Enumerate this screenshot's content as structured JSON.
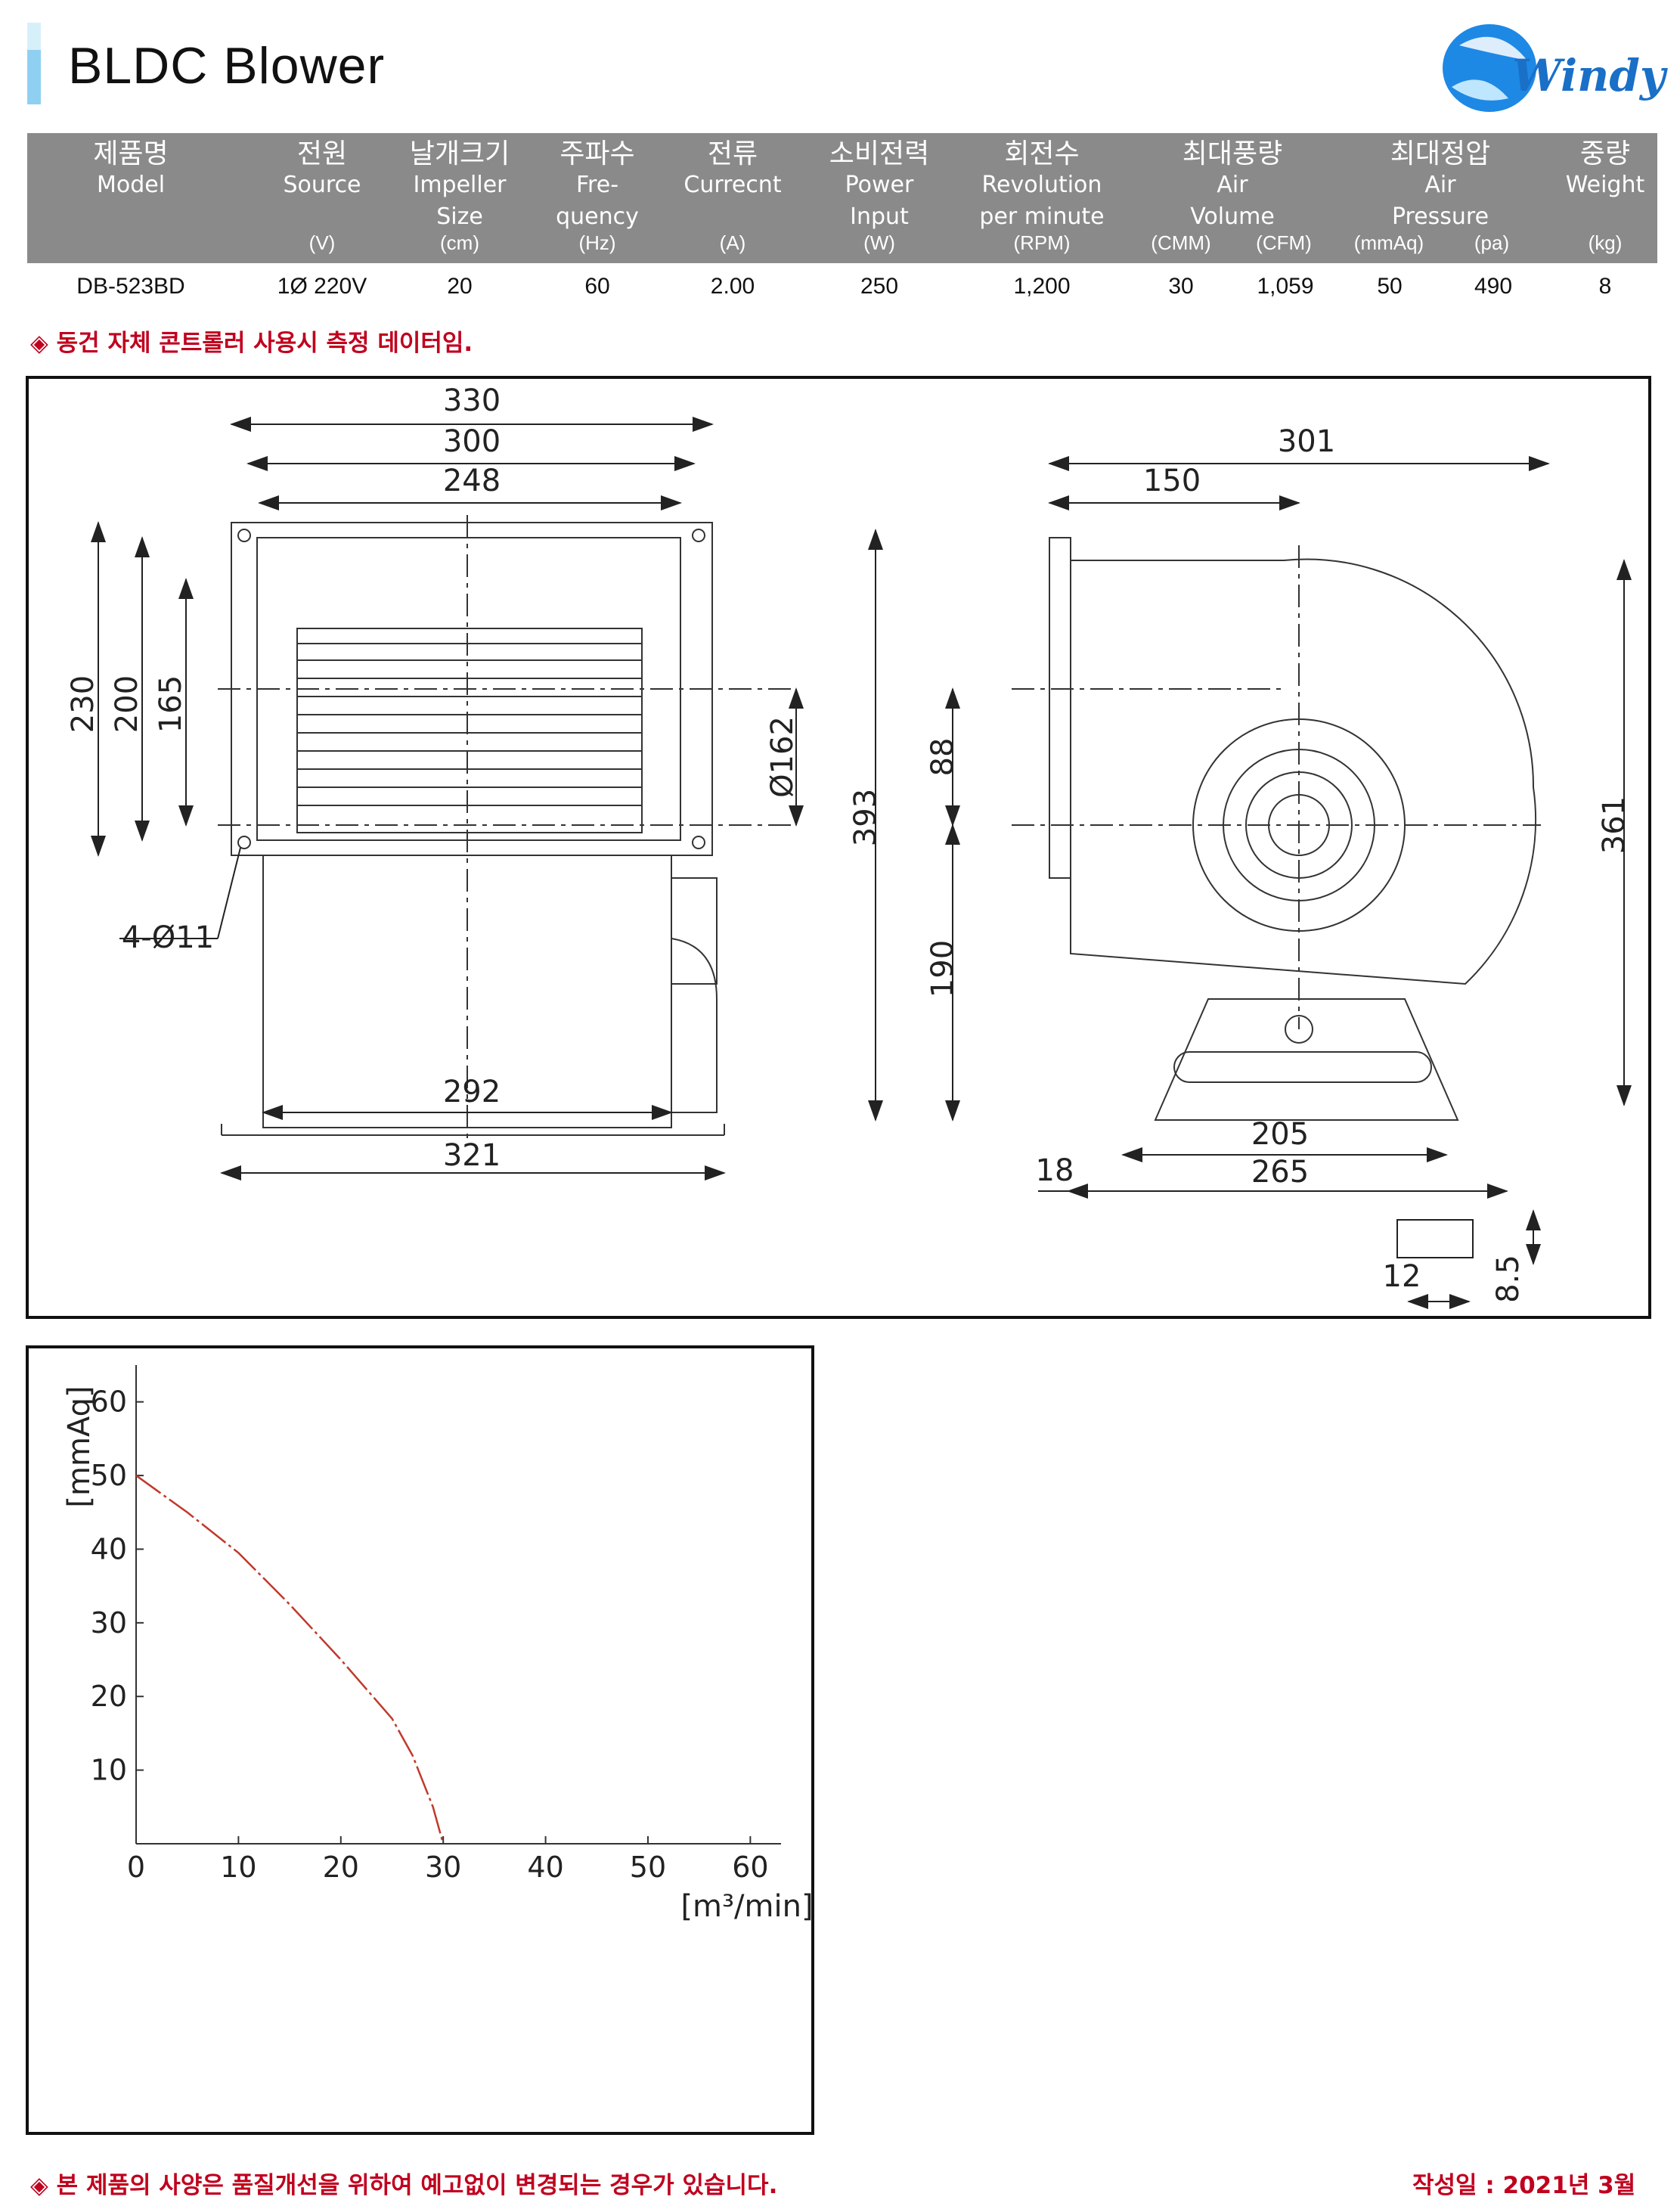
{
  "header": {
    "title": "BLDC Blower",
    "logo_text": "Windy"
  },
  "spec_table": {
    "columns": [
      {
        "ko": "제품명",
        "en": [
          "Model"
        ],
        "unit": ""
      },
      {
        "ko": "전원",
        "en": [
          "Source"
        ],
        "unit": "(V)"
      },
      {
        "ko": "날개크기",
        "en": [
          "Impeller",
          "Size"
        ],
        "unit": "(cm)"
      },
      {
        "ko": "주파수",
        "en": [
          "Fre-",
          "quency"
        ],
        "unit": "(Hz)"
      },
      {
        "ko": "전류",
        "en": [
          "Currecnt"
        ],
        "unit": "(A)"
      },
      {
        "ko": "소비전력",
        "en": [
          "Power",
          "Input"
        ],
        "unit": "(W)"
      },
      {
        "ko": "회전수",
        "en": [
          "Revolution",
          "per minute"
        ],
        "unit": "(RPM)"
      },
      {
        "ko": "최대풍량",
        "en": [
          "Air",
          "Volume"
        ],
        "units": [
          "(CMM)",
          "(CFM)"
        ]
      },
      {
        "ko": "최대정압",
        "en": [
          "Air",
          "Pressure"
        ],
        "units": [
          "(mmAq)",
          "(pa)"
        ]
      },
      {
        "ko": "중량",
        "en": [
          "Weight"
        ],
        "unit": "(kg)"
      }
    ],
    "row": [
      "DB-523BD",
      "1Ø 220V",
      "20",
      "60",
      "2.00",
      "250",
      "1,200",
      "30",
      "1,059",
      "50",
      "490",
      "8"
    ]
  },
  "note": "◈ 동건 자체 콘트롤러 사용시 측정 데이터임.",
  "drawing": {
    "front_dims": [
      "330",
      "300",
      "248",
      "230",
      "200",
      "165",
      "Ø162",
      "4-Ø11",
      "292",
      "321"
    ],
    "side_dims": [
      "301",
      "150",
      "393",
      "88",
      "190",
      "361",
      "205",
      "265",
      "18",
      "12",
      "8.5"
    ]
  },
  "chart_data": {
    "type": "line",
    "x_unit_label": "[m³/min]",
    "y_unit_label": "[mmAq]",
    "x_ticks": [
      "0",
      "10",
      "20",
      "30",
      "40",
      "50",
      "60"
    ],
    "y_ticks": [
      "10",
      "20",
      "30",
      "40",
      "50",
      "60"
    ],
    "xlim": [
      0,
      63
    ],
    "ylim": [
      0,
      65
    ],
    "series": [
      {
        "x": [
          0,
          5,
          10,
          15,
          20,
          25,
          27,
          29,
          30
        ],
        "y": [
          50,
          45,
          39.5,
          32.5,
          25,
          17,
          12,
          5,
          0
        ],
        "color": "#c0392b"
      }
    ],
    "grid": false
  },
  "footer": {
    "disclaimer": "◈ 본 제품의 사양은 품질개선을 위하여 예고없이 변경되는 경우가 있습니다.",
    "date": "작성일 : 2021년 3월"
  }
}
